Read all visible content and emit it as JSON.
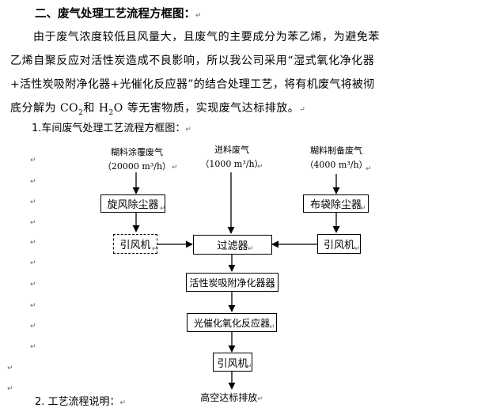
{
  "section_title": "二、废气处理工艺流程方框图：",
  "intro": {
    "line1": "由于废气浓度较低且风量大，且废气的主要成分为苯乙烯，为避免苯",
    "line2": "乙烯自聚反应对活性炭造成不良影响，所以我公司采用“湿式氧化净化器",
    "line3": "+活性炭吸附净化器+光催化反应器”的结合处理工艺，将有机废气将被彻",
    "line4_a": "底分解为 CO",
    "line4_sub1": "2",
    "line4_b": "和 H",
    "line4_sub2": "2",
    "line4_c": "O 等无害物质，实现废气达标排放。"
  },
  "subheading1": "1.车间废气处理工艺流程方框图：",
  "subheading2": "2. 工艺流程说明：",
  "paragraph_mark": "↵",
  "flow": {
    "sources": {
      "left": {
        "name": "糊料涂覆废气",
        "amount": "（20000 m³/h）"
      },
      "middle": {
        "name": "进料废气",
        "amount": "（1000 m³/h）"
      },
      "right": {
        "name": "糊料制备废气",
        "amount": "（4000 m³/h）"
      }
    },
    "boxes": {
      "cyclone": "旋风除尘器",
      "bag": "布袋除尘器",
      "fan_left": "引风机",
      "filter": "过滤器",
      "fan_right": "引风机",
      "carbon": "活性炭吸附净化器器",
      "photo": "光催化氧化反应器",
      "fan_bottom": "引风机"
    },
    "outlet": "高空达标排放"
  }
}
